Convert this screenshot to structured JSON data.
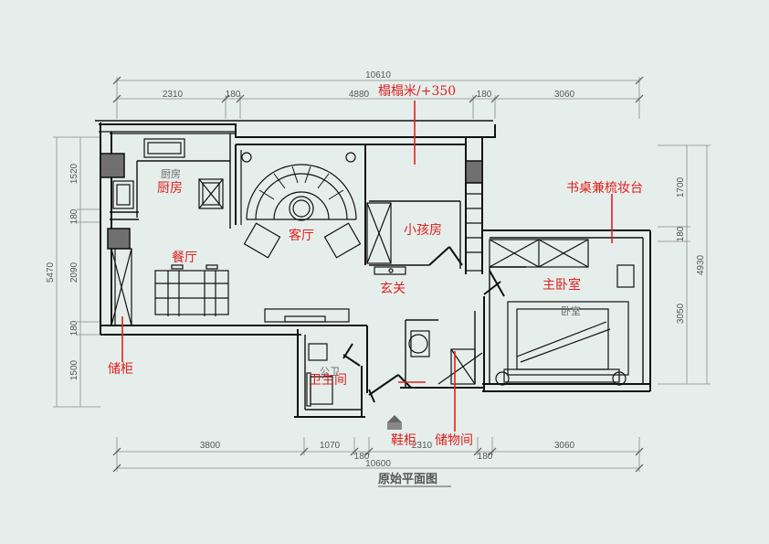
{
  "drawing": {
    "title": "原始平面图"
  },
  "dimensions": {
    "top_total": "10610",
    "top_segments": [
      "2310",
      "180",
      "4880",
      "180",
      "3060"
    ],
    "bottom_total": "10600",
    "bottom_segments": [
      "3800",
      "1070",
      "180",
      "2310",
      "180",
      "3060"
    ],
    "left_total": "5470",
    "left_segments": [
      "1520",
      "180",
      "2090",
      "180",
      "1500"
    ],
    "right_total": "4930",
    "right_segments": [
      "1700",
      "180",
      "3050"
    ]
  },
  "room_labels": {
    "kitchen": "厨房",
    "public_bath": "公卫",
    "bedroom": "卧室"
  },
  "annotations": {
    "kitchen": "厨房",
    "dining": "餐厅",
    "living": "客厅",
    "kids_room": "小孩房",
    "tatami": "榻榻米/+350",
    "entry": "玄关",
    "master": "主卧室",
    "desk": "书桌兼梳妆台",
    "bath": "卫生间",
    "cabinet": "储柜",
    "shoe": "鞋柜",
    "storage": "储物间"
  },
  "colors": {
    "wall": "#111111",
    "background": "#e6eeec",
    "annotation_red": "#e0201c",
    "column_fill": "#707070"
  }
}
